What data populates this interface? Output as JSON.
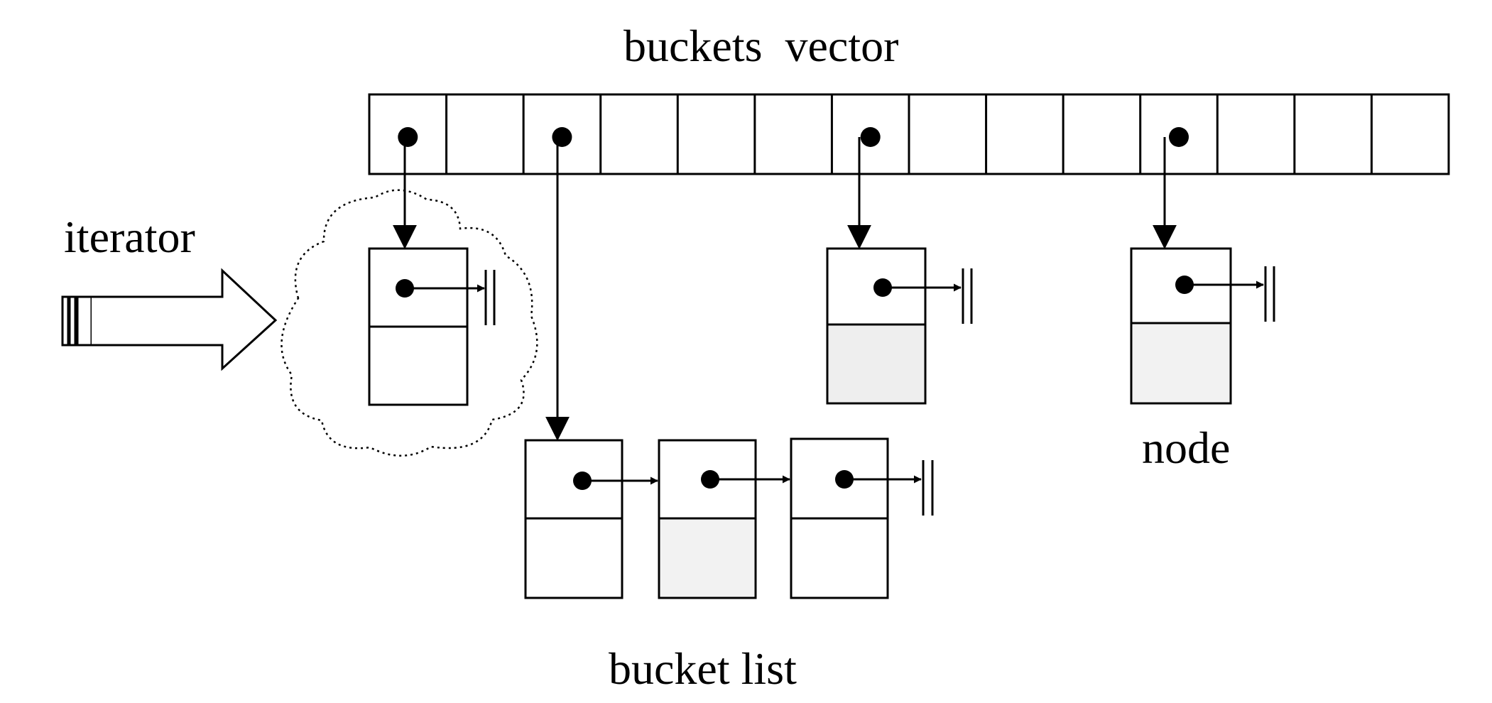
{
  "labels": {
    "buckets_vector": "buckets  vector",
    "iterator": "iterator",
    "node": "node",
    "bucket_list": "bucket list"
  },
  "diagram": {
    "bucket_count": 14,
    "occupied_buckets": [
      0,
      2,
      6,
      10
    ]
  },
  "colors": {
    "ink": "#000000",
    "background": "#ffffff"
  }
}
